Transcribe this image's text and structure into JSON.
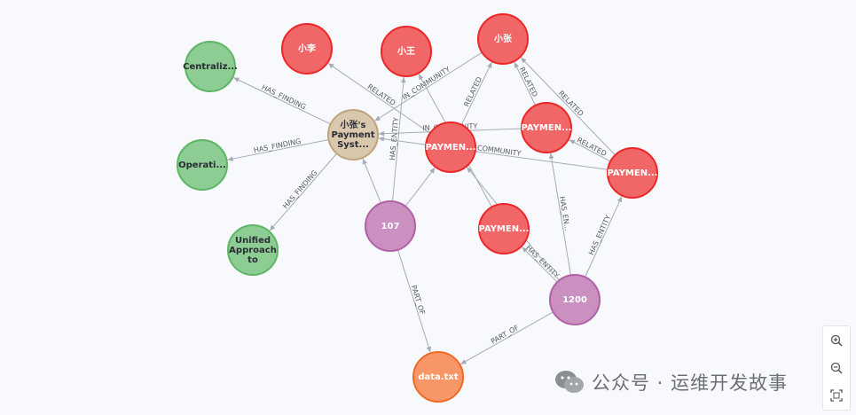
{
  "graph": {
    "nodes": [
      {
        "id": "n_xiaoli",
        "label": "小李",
        "type": "person"
      },
      {
        "id": "n_xiaowang",
        "label": "小王",
        "type": "person"
      },
      {
        "id": "n_xiaozhang",
        "label": "小张",
        "type": "person"
      },
      {
        "id": "n_central",
        "label": "Centraliz...",
        "type": "finding"
      },
      {
        "id": "n_operati",
        "label": "Operati...",
        "type": "finding"
      },
      {
        "id": "n_unified",
        "label": "Unified|Approach|to",
        "type": "finding"
      },
      {
        "id": "n_payment_sys",
        "label": "小张's|Payment|Syst...",
        "type": "community_report"
      },
      {
        "id": "n_pay1",
        "label": "PAYMEN...",
        "type": "entity"
      },
      {
        "id": "n_pay2",
        "label": "PAYMEN...",
        "type": "entity"
      },
      {
        "id": "n_pay3",
        "label": "PAYMEN...",
        "type": "entity"
      },
      {
        "id": "n_pay4",
        "label": "PAYMEN...",
        "type": "entity"
      },
      {
        "id": "n_107",
        "label": "107",
        "type": "chunk"
      },
      {
        "id": "n_1200",
        "label": "1200",
        "type": "chunk"
      },
      {
        "id": "n_datatxt",
        "label": "data.txt",
        "type": "document"
      }
    ],
    "edges": [
      {
        "source": "n_payment_sys",
        "target": "n_central",
        "label": "HAS_FINDING"
      },
      {
        "source": "n_payment_sys",
        "target": "n_operati",
        "label": "HAS_FINDING"
      },
      {
        "source": "n_payment_sys",
        "target": "n_unified",
        "label": "HAS_FINDING"
      },
      {
        "source": "n_pay1",
        "target": "n_xiaoli",
        "label": "RELATED"
      },
      {
        "source": "n_xiaozhang",
        "target": "n_payment_sys",
        "label": "IN_COMMUNITY"
      },
      {
        "source": "n_pay1",
        "target": "n_xiaozhang",
        "label": "RELATED"
      },
      {
        "source": "n_pay4",
        "target": "n_xiaowang",
        "label": "RELATED"
      },
      {
        "source": "n_pay2",
        "target": "n_xiaozhang",
        "label": "RELATED"
      },
      {
        "source": "n_pay3",
        "target": "n_xiaozhang",
        "label": "RELATED"
      },
      {
        "source": "n_107",
        "target": "n_xiaowang",
        "label": "HAS_ENTITY"
      },
      {
        "source": "n_pay3",
        "target": "n_payment_sys",
        "label": "IN_COMMUNITY"
      },
      {
        "source": "n_pay2",
        "target": "n_payment_sys",
        "label": "IN_COMMUNITY"
      },
      {
        "source": "n_pay3",
        "target": "n_pay2",
        "label": "RELATED"
      },
      {
        "source": "n_1200",
        "target": "n_pay4",
        "label": "HAS_ENTITY"
      },
      {
        "source": "n_1200",
        "target": "n_pay2",
        "label": "HAS_EN..."
      },
      {
        "source": "n_1200",
        "target": "n_pay3",
        "label": "HAS_ENTITY"
      },
      {
        "source": "n_107",
        "target": "n_datatxt",
        "label": "PART_OF"
      },
      {
        "source": "n_1200",
        "target": "n_datatxt",
        "label": "PART_OF"
      },
      {
        "source": "n_107",
        "target": "n_pay1",
        "label": ""
      },
      {
        "source": "n_107",
        "target": "n_payment_sys",
        "label": ""
      },
      {
        "source": "n_1200",
        "target": "n_pay1",
        "label": ""
      }
    ]
  },
  "colors": {
    "person": {
      "fill": "#f16667",
      "stroke": "#eb2728",
      "text": "#ffffff"
    },
    "entity": {
      "fill": "#f16667",
      "stroke": "#eb2728",
      "text": "#ffffff"
    },
    "finding": {
      "fill": "#8dcc93",
      "stroke": "#5db665",
      "text": "#2a2c34"
    },
    "community_report": {
      "fill": "#d9c8ae",
      "stroke": "#c0a378",
      "text": "#2a2c34"
    },
    "chunk": {
      "fill": "#c990c0",
      "stroke": "#b261a5",
      "text": "#ffffff"
    },
    "document": {
      "fill": "#f79767",
      "stroke": "#f36924",
      "text": "#ffffff"
    }
  },
  "controls": {
    "zoom_in": "zoom-in-icon",
    "zoom_out": "zoom-out-icon",
    "fit": "fit-view-icon"
  },
  "watermark": {
    "text": "公众号 · 运维开发故事"
  }
}
